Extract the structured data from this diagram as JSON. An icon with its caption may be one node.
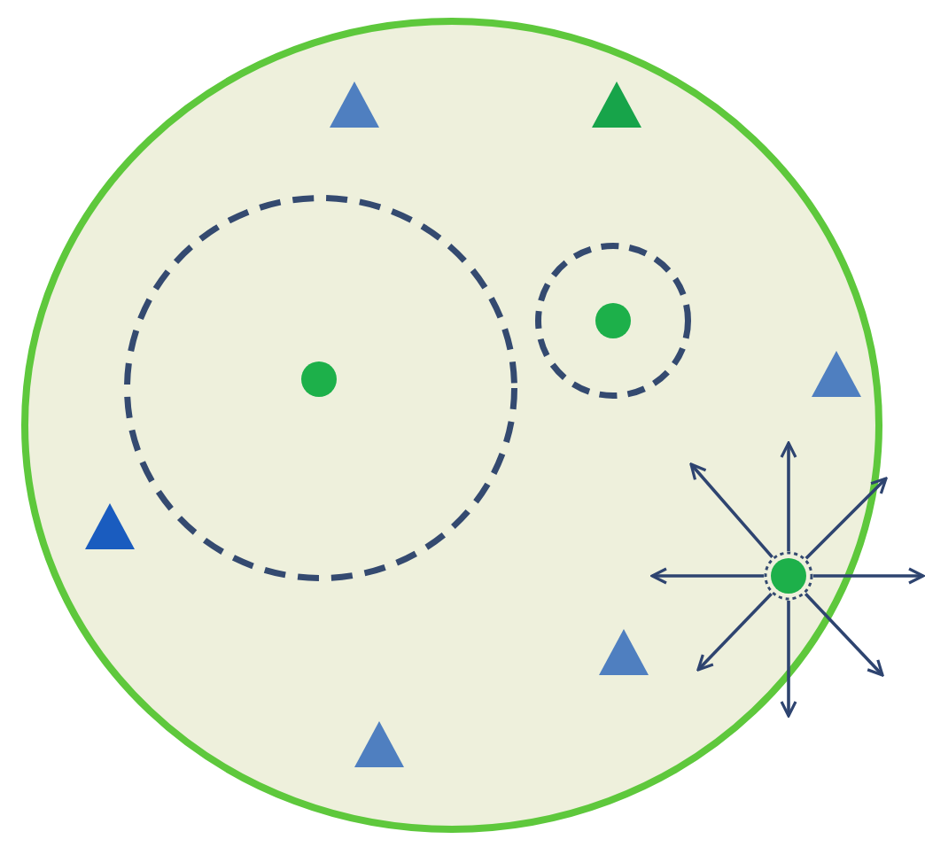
{
  "diagram": {
    "nodes": [
      {
        "text": [],
        "shape": "circle"
      },
      {
        "text": [],
        "shape": "triangle",
        "in": 0
      },
      {
        "text": [],
        "shape": "triangle",
        "in": 0
      },
      {
        "text": [],
        "shape": "circle",
        "in": 0
      },
      {
        "text": [],
        "shape": "circle",
        "in": 3
      },
      {
        "text": [],
        "shape": "circle",
        "in": 0
      },
      {
        "text": [],
        "shape": "circle",
        "in": 5
      },
      {
        "text": [],
        "shape": "triangle",
        "in": 0
      },
      {
        "text": [],
        "shape": "triangle",
        "in": 0
      },
      {
        "text": [],
        "shape": "circle",
        "in": 0
      },
      {
        "text": [],
        "shape": "triangle",
        "in": 0
      },
      {
        "text": [],
        "shape": "triangle",
        "in": 0
      }
    ],
    "edges": [
      {
        "from": 9,
        "to": null,
        "arrow": "to"
      },
      {
        "from": 9,
        "to": null,
        "arrow": "to"
      },
      {
        "from": 9,
        "to": null,
        "arrow": "to"
      },
      {
        "from": 9,
        "to": null,
        "arrow": "to"
      },
      {
        "from": 9,
        "to": null,
        "arrow": "to"
      },
      {
        "from": 9,
        "to": null,
        "arrow": "to"
      },
      {
        "from": 9,
        "to": null,
        "arrow": "to"
      },
      {
        "from": 9,
        "to": null,
        "arrow": "to"
      }
    ]
  }
}
